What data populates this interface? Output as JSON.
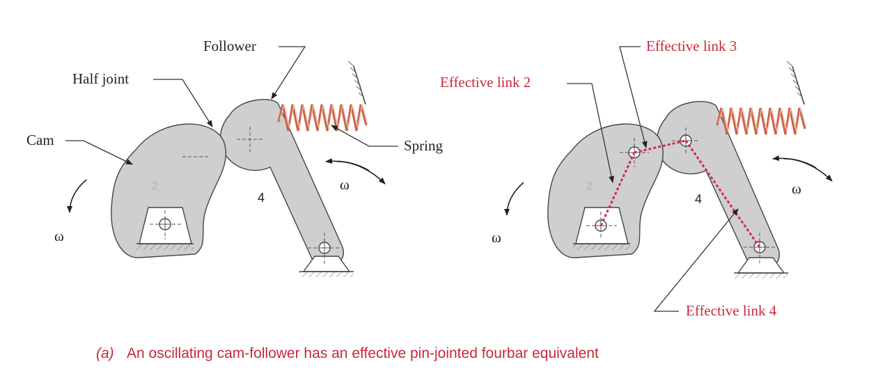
{
  "labels": {
    "follower": "Follower",
    "half_joint": "Half joint",
    "cam": "Cam",
    "spring": "Spring",
    "effective_link_2": "Effective link 2",
    "effective_link_3": "Effective link 3",
    "effective_link_4": "Effective link 4",
    "link_number_4": "4",
    "link_number_2": "2",
    "omega": "ω"
  },
  "caption": {
    "prefix": "(a)",
    "text": "An oscillating cam-follower has an effective pin-jointed fourbar equivalent"
  },
  "colors": {
    "accent": "#c8283a",
    "body_fill": "#cfcfcf",
    "spring": "#c8644a"
  }
}
